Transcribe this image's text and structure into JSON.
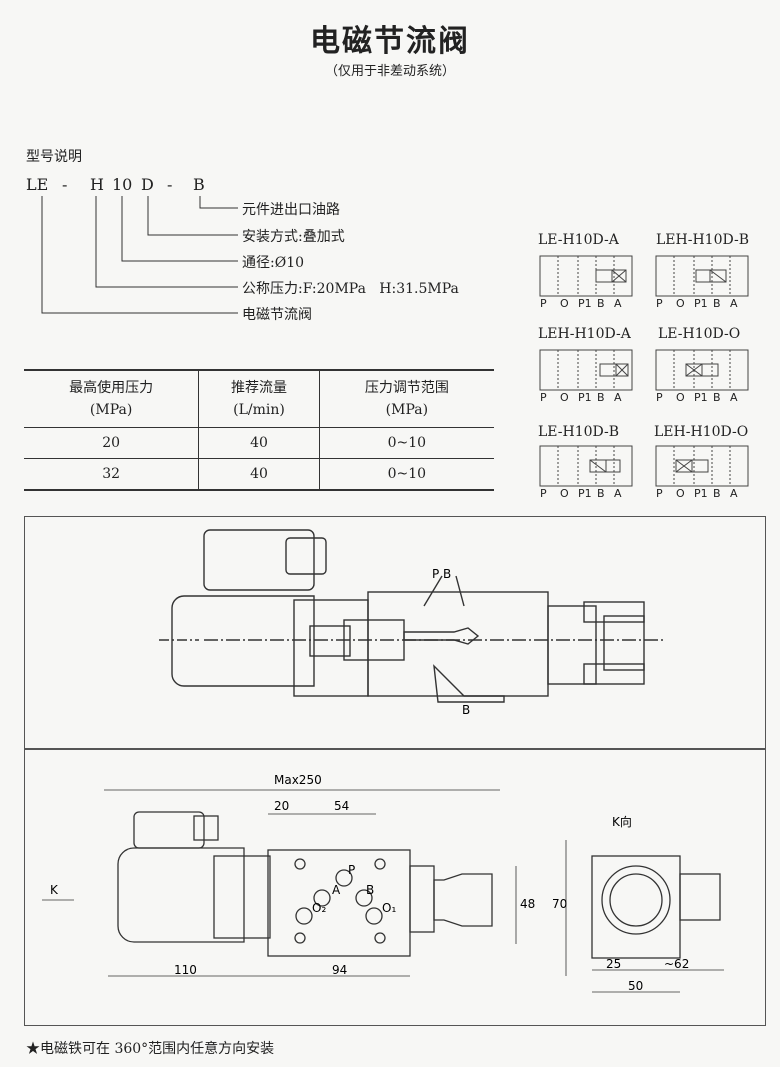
{
  "title": "电磁节流阀",
  "subtitle": "（仅用于非差动系统）",
  "model_code": {
    "heading": "型号说明",
    "parts": [
      "LE",
      "-",
      "H",
      "10",
      "D",
      "-",
      "B"
    ],
    "descriptions": [
      "元件进出口油路",
      "安装方式:叠加式",
      "通径:Ø10",
      "公称压力:F:20MPa   H:31.5MPa",
      "电磁节流阀"
    ]
  },
  "spec_table": {
    "headers": [
      [
        "最高使用压力",
        "(MPa)"
      ],
      [
        "推荐流量",
        "(L/min)"
      ],
      [
        "压力调节范围",
        "(MPa)"
      ]
    ],
    "rows": [
      [
        "20",
        "40",
        "0~10"
      ],
      [
        "32",
        "40",
        "0~10"
      ]
    ]
  },
  "variants": [
    {
      "label": "LE-H10D-A",
      "ports": [
        "P",
        "O",
        "P1",
        "B",
        "A"
      ]
    },
    {
      "label": "LEH-H10D-B",
      "ports": [
        "P",
        "O",
        "P1",
        "B",
        "A"
      ]
    },
    {
      "label": "LEH-H10D-A",
      "ports": [
        "P",
        "O",
        "P1",
        "B",
        "A"
      ]
    },
    {
      "label": "LE-H10D-O",
      "ports": [
        "P",
        "O",
        "P1",
        "B",
        "A"
      ]
    },
    {
      "label": "LE-H10D-B",
      "ports": [
        "P",
        "O",
        "P1",
        "B",
        "A"
      ]
    },
    {
      "label": "LEH-H10D-O",
      "ports": [
        "P",
        "O",
        "P1",
        "B",
        "A"
      ]
    }
  ],
  "section_drawing": {
    "label_pb": "P B",
    "label_b": "B"
  },
  "outline_drawing": {
    "dim_max": "Max250",
    "dim_20": "20",
    "dim_54": "54",
    "dim_110": "110",
    "dim_94": "94",
    "dim_48": "48",
    "dim_70": "70",
    "dim_25": "25",
    "dim_62": "~62",
    "dim_50": "50",
    "k_label": "K",
    "k_view": "K向",
    "port_p": "P",
    "port_a": "A",
    "port_b": "B",
    "port_o2": "O₂",
    "port_o1": "O₁"
  },
  "footnote": "★电磁铁可在 360°范围内任意方向安装"
}
